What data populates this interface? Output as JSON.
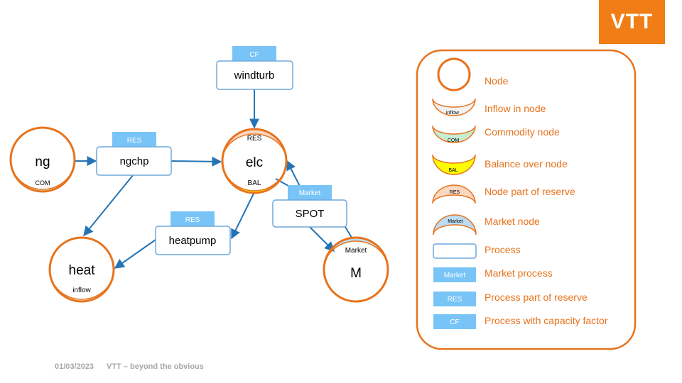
{
  "logo": "VTT",
  "nodes": {
    "ng": {
      "name": "ng",
      "tag": "COM"
    },
    "elc": {
      "name": "elc",
      "top_tag": "RES",
      "bottom_tag": "BAL"
    },
    "heat": {
      "name": "heat",
      "tag": "inflow"
    },
    "m": {
      "name": "M",
      "tag": "Market"
    }
  },
  "processes": {
    "windturb": {
      "name": "windturb",
      "tag": "CF"
    },
    "ngchp": {
      "name": "ngchp",
      "tag": "RES"
    },
    "heatpump": {
      "name": "heatpump",
      "tag": "RES"
    },
    "spot": {
      "name": "SPOT",
      "tag": "Market"
    }
  },
  "legend": {
    "items": [
      {
        "label": "Node"
      },
      {
        "label": "Inflow in node",
        "tag": "inflow"
      },
      {
        "label": "Commodity node",
        "tag": "COM"
      },
      {
        "label": "Balance over node",
        "tag": "BAL"
      },
      {
        "label": "Node part of reserve",
        "tag": "RES"
      },
      {
        "label": "Market node",
        "tag": "Market"
      },
      {
        "label": "Process"
      },
      {
        "label": "Market process",
        "tag": "Market"
      },
      {
        "label": "Process part of reserve",
        "tag": "RES"
      },
      {
        "label": "Process with capacity factor",
        "tag": "CF"
      }
    ]
  },
  "footer": {
    "date": "01/03/2023",
    "tagline": "VTT – beyond the obvious"
  },
  "colors": {
    "orange": "#e8731c",
    "process_border": "#6fa8dc",
    "tag_blue": "#78c4f7",
    "arrow": "#2474b5",
    "com_green": "#c6ecd2",
    "bal_yellow": "#ffff00",
    "res_peach": "#fcd7c2",
    "market_blue": "#bcdcf4",
    "inflow_gray": "#f2f2f2",
    "legend_text": "#e8731c"
  }
}
